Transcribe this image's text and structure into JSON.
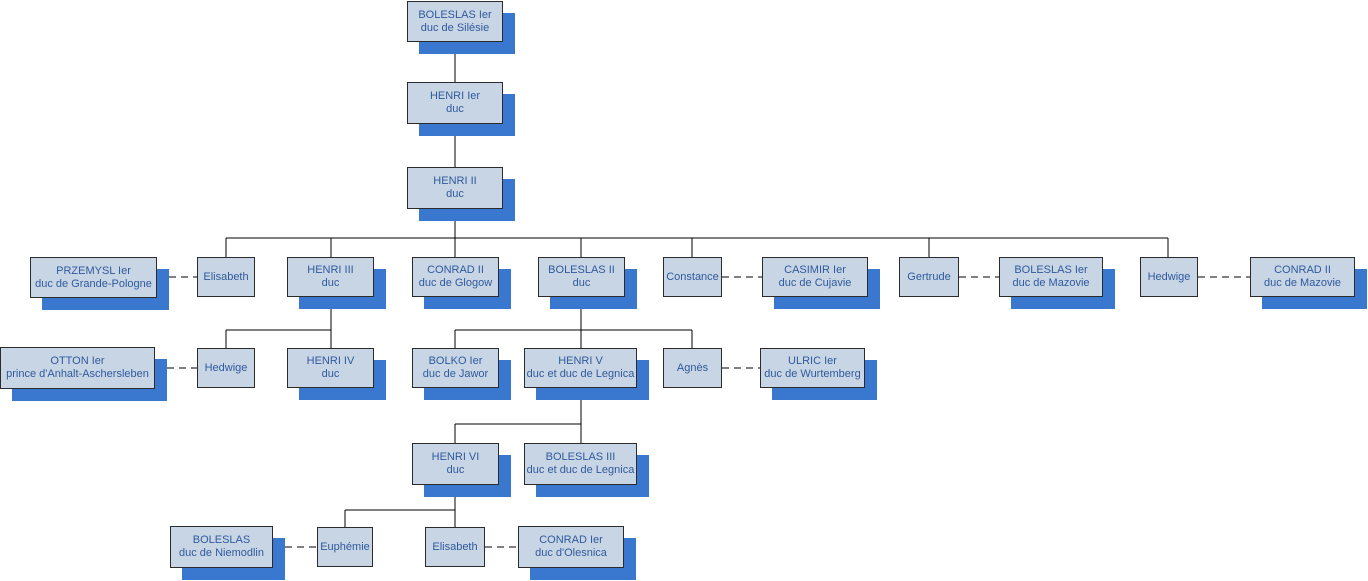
{
  "colors": {
    "box_fill": "#c8d5e4",
    "box_border": "#2b2b2b",
    "shadow": "#3a78d0",
    "text": "#2f5a9e",
    "line": "#000000"
  },
  "nodes": {
    "boleslas1": {
      "name": "BOLESLAS Ier",
      "title": "duc de Silésie"
    },
    "henri1": {
      "name": "HENRI Ier",
      "title": "duc"
    },
    "henri2": {
      "name": "HENRI II",
      "title": "duc"
    },
    "przemysl1": {
      "name": "PRZEMYSL Ier",
      "title": "duc de Grande-Pologne"
    },
    "elisabeth1": {
      "name": "Elisabeth",
      "title": ""
    },
    "henri3": {
      "name": "HENRI III",
      "title": "duc"
    },
    "conrad2_glogow": {
      "name": "CONRAD II",
      "title": "duc de Glogow"
    },
    "boleslas2": {
      "name": "BOLESLAS II",
      "title": "duc"
    },
    "constance": {
      "name": "Constance",
      "title": ""
    },
    "casimir1": {
      "name": "CASIMIR Ier",
      "title": "duc de Cujavie"
    },
    "gertrude": {
      "name": "Gertrude",
      "title": ""
    },
    "boleslas1_mazovie": {
      "name": "BOLESLAS Ier",
      "title": "duc de Mazovie"
    },
    "hedwige1": {
      "name": "Hedwige",
      "title": ""
    },
    "conrad2_mazovie": {
      "name": "CONRAD II",
      "title": "duc de Mazovie"
    },
    "otton1": {
      "name": "OTTON Ier",
      "title": "prince d'Anhalt-Aschersleben"
    },
    "hedwige2": {
      "name": "Hedwige",
      "title": ""
    },
    "henri4": {
      "name": "HENRI IV",
      "title": "duc"
    },
    "bolko1": {
      "name": "BOLKO Ier",
      "title": "duc de Jawor"
    },
    "henri5": {
      "name": "HENRI V",
      "title": "duc et duc de Legnica"
    },
    "agnes": {
      "name": "Agnès",
      "title": ""
    },
    "ulric1": {
      "name": "ULRIC Ier",
      "title": "duc de Wurtemberg"
    },
    "henri6": {
      "name": "HENRI VI",
      "title": "duc"
    },
    "boleslas3": {
      "name": "BOLESLAS III",
      "title": "duc et duc de Legnica"
    },
    "boleslas_niemodlin": {
      "name": "BOLESLAS",
      "title": "duc de Niemodlin"
    },
    "euphemie": {
      "name": "Euphémie",
      "title": ""
    },
    "elisabeth2": {
      "name": "Elisabeth",
      "title": ""
    },
    "conrad1": {
      "name": "CONRAD Ier",
      "title": "duc d'Olesnica"
    }
  }
}
